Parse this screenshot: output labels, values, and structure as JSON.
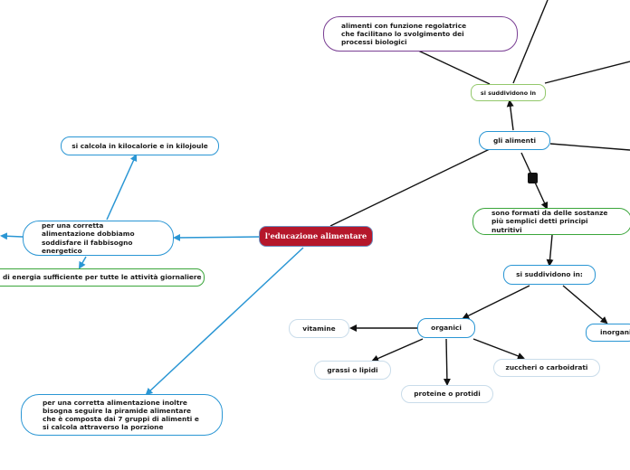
{
  "root": {
    "label": "l'educazione alimentare"
  },
  "nodes": {
    "calcola": "si calcola in kilocalorie e in kilojoule",
    "fabbisogno": "per una corretta alimentazione dobbiamo soddisfare il fabbisogno energetico",
    "energia": "di energia sufficiente per tutte le attività giornaliere",
    "piramide": "per una corretta alimentazione inoltre bisogna seguire la piramide alimentare che è composta dai 7 gruppi di alimenti e si calcola attraverso la porzione",
    "regolatrice": "alimenti con funzione regolatrice che facilitano lo svolgimento dei processi biologici",
    "suddividono_top": "si suddividono in",
    "alimenti": "gli alimenti",
    "formati": "sono formati da delle sostanze più semplici detti principi nutritivi",
    "suddividono_mid": "si suddividono in:",
    "organici": "organici",
    "inorganici": "inorgani",
    "vitamine": "vitamine",
    "grassi": "grassi o lipidi",
    "proteine": "proteine o protidi",
    "zuccheri": "zuccheri o carboidrati"
  },
  "colors": {
    "root_fill": "#b5172b",
    "blue_branch": "#2a96d4",
    "black_branch": "#111111",
    "green_border": "#3aa53a",
    "light_green_border": "#93c86b",
    "purple_border": "#7a3f94",
    "light_border": "#c9dcea"
  }
}
